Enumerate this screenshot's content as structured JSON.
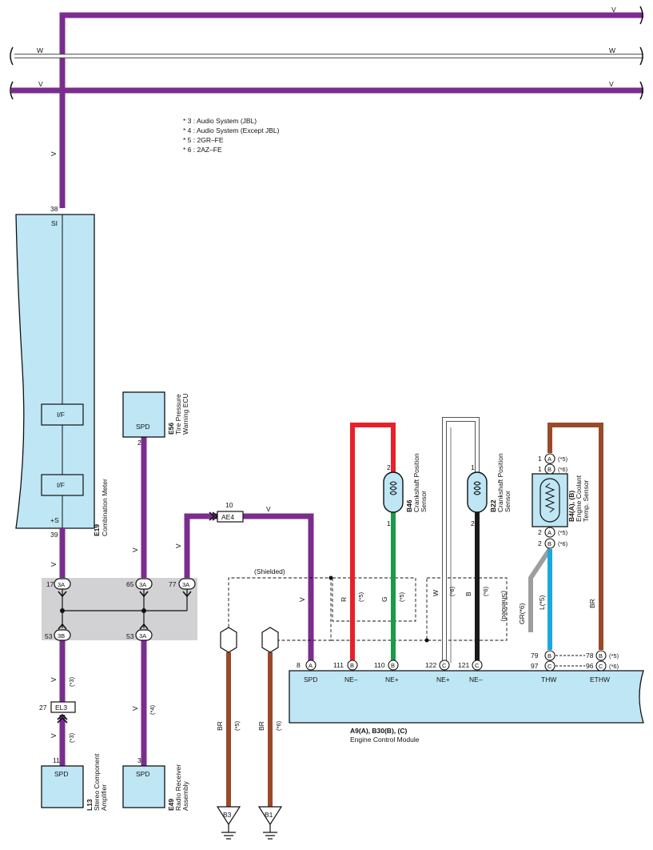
{
  "colors": {
    "violet": "#7b2d8e",
    "red": "#e8202a",
    "green": "#1a9b48",
    "black": "#1a1a1a",
    "white": "#ffffff",
    "brown": "#9a4a2a",
    "blue": "#1aa7e2",
    "gray": "#9e9e9e",
    "component_fill": "#bfe6f5",
    "junction_block": "#d2d2d4"
  },
  "wire_labels": {
    "top_v_right": "V",
    "w_left": "W",
    "w_right": "W",
    "v3_left": "V",
    "v3_right": "V",
    "meter_in": "V",
    "meter_out": "V",
    "amp_v1": "V",
    "amp_v2": "V",
    "tpw_v": "V",
    "radio_v": "V",
    "ae4_left": "V",
    "ae4_top": "V",
    "ae4_down": "V",
    "r_label": "R",
    "g_label": "G",
    "w_label": "W",
    "b_label": "B",
    "l_label": "L(*5)",
    "gr_label": "GR(*6)",
    "br_ethw": "BR",
    "br_b3": "BR",
    "br_b1": "BR"
  },
  "notes": [
    "* 3 : Audio System (JBL)",
    "* 4 : Audio System (Except JBL)",
    "* 5 : 2GR–FE",
    "* 6 : 2AZ–FE"
  ],
  "tags": {
    "s3": "(*3)",
    "s4": "(*4)",
    "s5": "(*5)",
    "s6": "(*6)"
  },
  "shielded": "(Shielded)",
  "combination_meter": {
    "code": "E19",
    "name": "Combination Meter",
    "pin_si": "38",
    "label_si": "SI",
    "if1": "I/F",
    "if2": "I/F",
    "pin_s": "39",
    "label_s": "+S"
  },
  "tpw_ecu": {
    "code": "E56",
    "name_line1": "Tire Pressure",
    "name_line2": "Warning ECU",
    "label": "SPD",
    "pin": "2"
  },
  "stereo_amp": {
    "code": "L13",
    "name_line1": "Stereo Component",
    "name_line2": "Amplifier",
    "label": "SPD",
    "pin": "11"
  },
  "radio": {
    "code": "E49",
    "name_line1": "Radio Receiver",
    "name_line2": "Assembly",
    "label": "SPD",
    "pin": "3"
  },
  "connectors": {
    "ae4": "AE4",
    "ae4_pin": "10",
    "el3": "EL3",
    "el3_pin": "27"
  },
  "junction": {
    "c17": "3A",
    "c17_pin": "17",
    "c65": "3A",
    "c65_pin": "65",
    "c77": "3A",
    "c77_pin": "77",
    "c53a": "3B",
    "c53a_pin": "53",
    "c53b": "3A",
    "c53b_pin": "53"
  },
  "b46": {
    "code": "B46",
    "name_line1": "Crankshaft Position",
    "name_line2": "Sensor",
    "pin_top": "2",
    "pin_bottom": "1"
  },
  "b22": {
    "code": "B22",
    "name_line1": "Crankshaft Position",
    "name_line2": "Sensor",
    "pin_top": "1",
    "pin_bottom": "2"
  },
  "b4": {
    "code": "B4(A), (B)",
    "name_line1": "Engine Coolant",
    "name_line2": "Temp. Sensor",
    "pin1a": "1",
    "conn1a": "A",
    "pin1b": "1",
    "conn1b": "B",
    "pin2a": "2",
    "conn2a": "A",
    "pin2b": "2",
    "conn2b": "B"
  },
  "ecm": {
    "code": "A9(A), B30(B), (C)",
    "name": "Engine Control Module",
    "pins": [
      {
        "num": "8",
        "conn": "A",
        "label": "SPD"
      },
      {
        "num": "111",
        "conn": "B",
        "label": "NE–"
      },
      {
        "num": "110",
        "conn": "B",
        "label": "NE+"
      },
      {
        "num": "122",
        "conn": "C",
        "label": "NE+"
      },
      {
        "num": "121",
        "conn": "C",
        "label": "NE–"
      }
    ],
    "thw_label": "THW",
    "ethw_label": "ETHW",
    "thw_pin_a": "79",
    "thw_conn_a": "B",
    "thw_pin_b": "97",
    "thw_conn_b": "C",
    "ethw_pin_a": "78",
    "ethw_conn_a": "B",
    "ethw_pin_b": "96",
    "ethw_conn_b": "C"
  },
  "grounds": {
    "b3": "B3",
    "b1": "B1"
  }
}
